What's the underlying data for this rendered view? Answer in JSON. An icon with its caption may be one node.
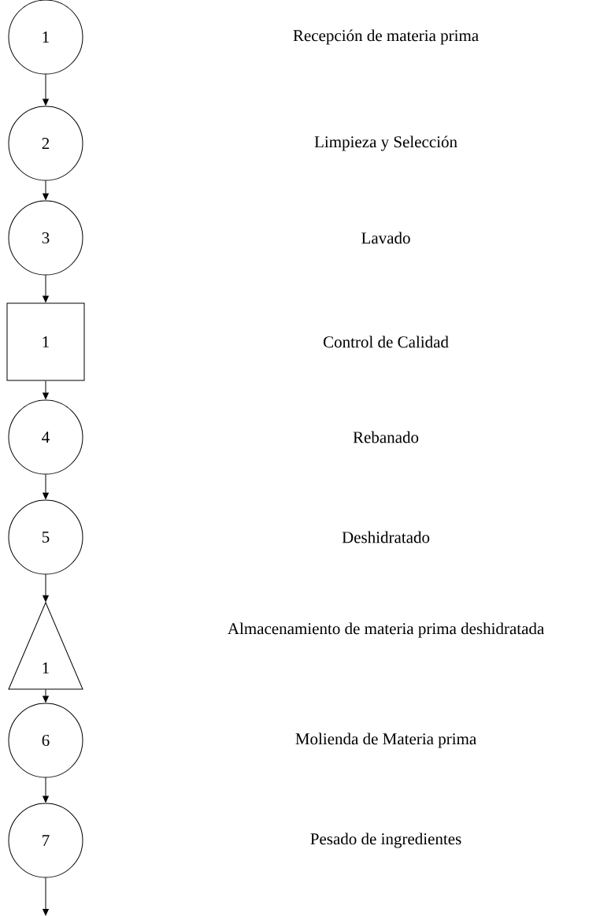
{
  "diagram": {
    "nodes": [
      {
        "text": [
          "1"
        ]
      },
      {
        "text": [
          "2"
        ]
      },
      {
        "text": [
          "3"
        ]
      },
      {
        "text": [
          "1"
        ]
      },
      {
        "text": [
          "4"
        ]
      },
      {
        "text": [
          "5"
        ]
      },
      {
        "text": [
          "1"
        ]
      },
      {
        "text": [
          "6"
        ]
      },
      {
        "text": [
          "7"
        ]
      }
    ],
    "edges": [
      {
        "from": 0,
        "to": 1,
        "arrow": "to"
      },
      {
        "from": 1,
        "to": 2,
        "arrow": "to"
      },
      {
        "from": 2,
        "to": 3,
        "arrow": "to"
      },
      {
        "from": 3,
        "to": 4,
        "arrow": "to"
      },
      {
        "from": 4,
        "to": 5,
        "arrow": "to"
      },
      {
        "from": 5,
        "to": 6,
        "arrow": "to"
      },
      {
        "from": 6,
        "to": 7,
        "arrow": "to"
      },
      {
        "from": 7,
        "to": 8,
        "arrow": "to"
      },
      {
        "from": 8,
        "to": null,
        "arrow": "to"
      }
    ],
    "labels": [
      "Recepción de materia prima",
      "Limpieza y Selección",
      "Lavado",
      "Control de Calidad",
      "Rebanado",
      "Deshidratado",
      "Almacenamiento de materia prima deshidratada",
      "Molienda de Materia prima",
      "Pesado de ingredientes"
    ]
  }
}
